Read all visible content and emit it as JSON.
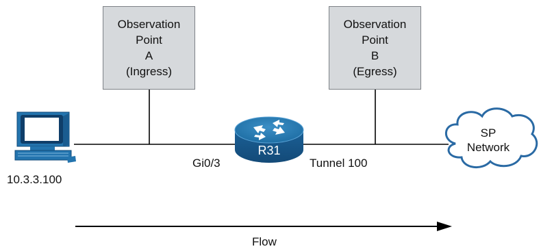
{
  "observation_points": [
    {
      "line1": "Observation",
      "line2": "Point",
      "line3": "A",
      "line4": "(Ingress)"
    },
    {
      "line1": "Observation",
      "line2": "Point",
      "line3": "B",
      "line4": "(Egress)"
    }
  ],
  "host": {
    "ip": "10.3.3.100",
    "icon": "computer-icon"
  },
  "router": {
    "name": "R31",
    "icon": "router-icon",
    "color": "#1f6fa5"
  },
  "interfaces": {
    "ingress": "Gi0/3",
    "egress": "Tunnel 100"
  },
  "cloud": {
    "line1": "SP",
    "line2": "Network",
    "icon": "cloud-icon"
  },
  "flow": {
    "label": "Flow"
  }
}
